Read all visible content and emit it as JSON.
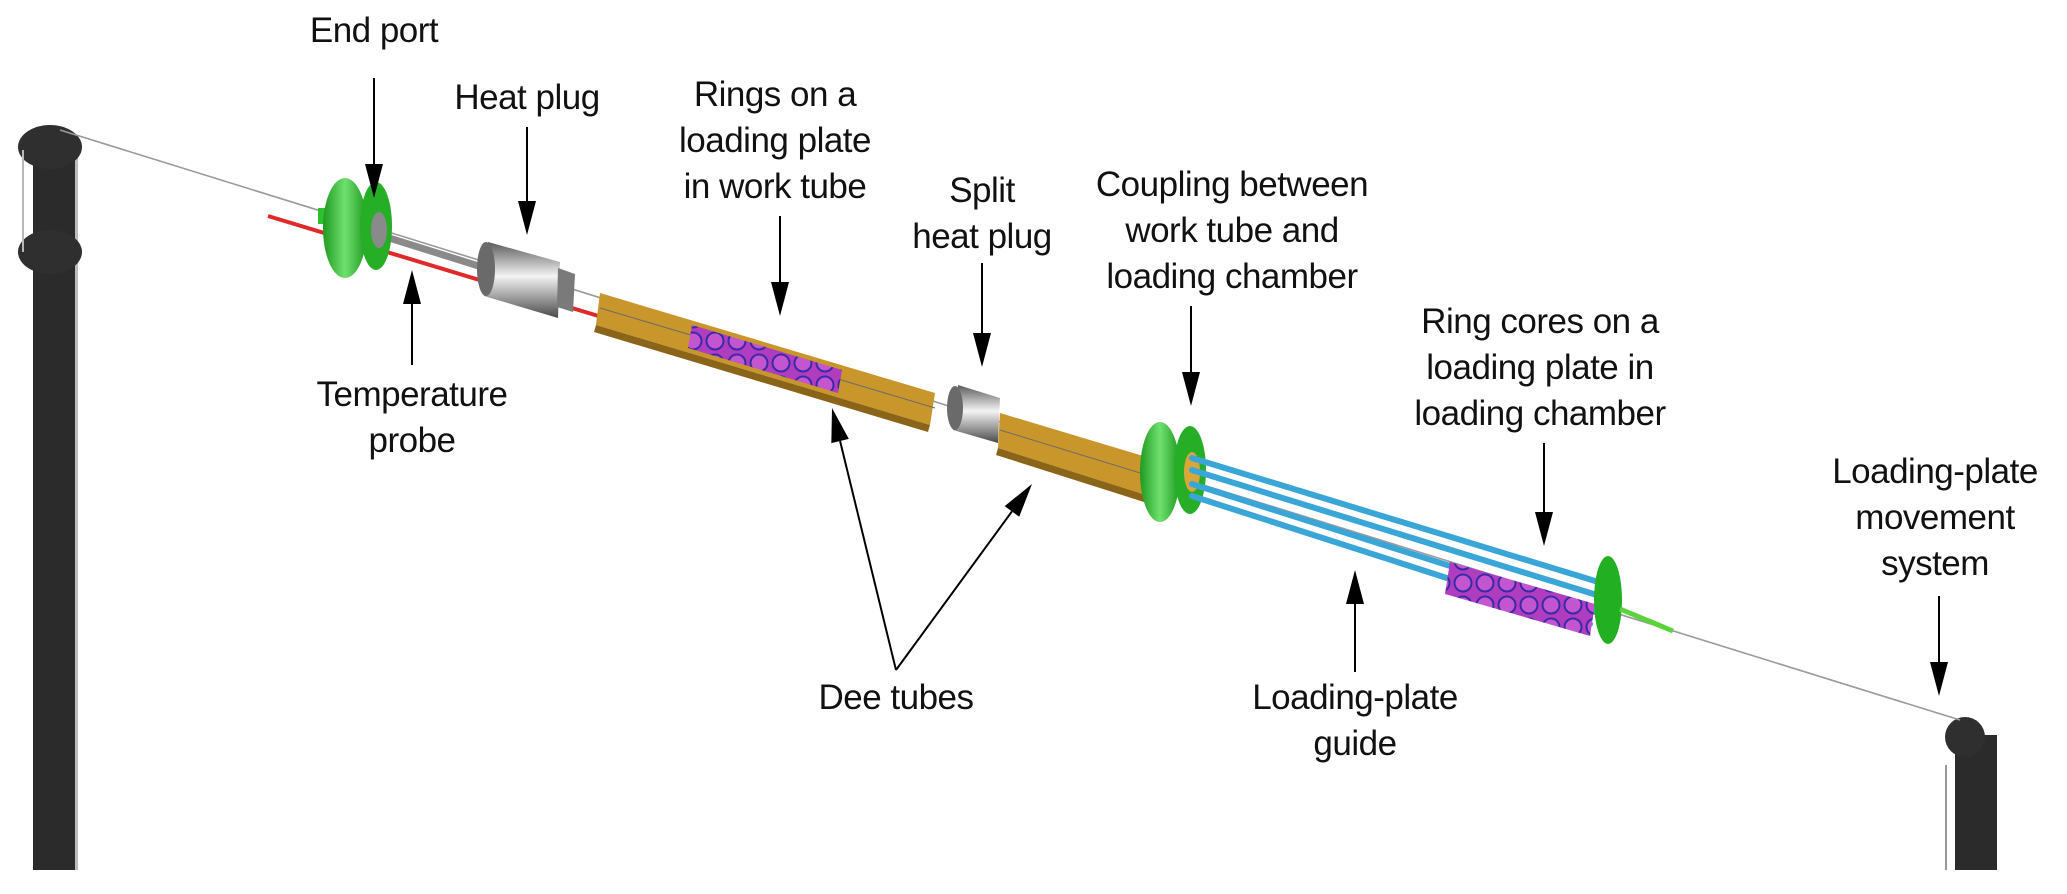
{
  "diagram": {
    "type": "labeled-apparatus-illustration",
    "colors": {
      "stand": "#2b2b2b",
      "green_flange": "#2fbf2f",
      "dee_tube": "#c8962a",
      "rings": "#b03cbf",
      "ring_outline": "#3a2aa8",
      "guide_rods": "#3aa6d8",
      "probe": "#e02a2a",
      "plug": "#8c8c8c",
      "arrow": "#000000",
      "wire": "#9a9a9a"
    },
    "labels": [
      {
        "id": "end-port",
        "lines": [
          "End port"
        ]
      },
      {
        "id": "heat-plug",
        "lines": [
          "Heat plug"
        ]
      },
      {
        "id": "rings-work-tube",
        "lines": [
          "Rings on a",
          "loading plate",
          "in work tube"
        ]
      },
      {
        "id": "split-heat-plug",
        "lines": [
          "Split",
          "heat plug"
        ]
      },
      {
        "id": "coupling",
        "lines": [
          "Coupling between",
          "work tube and",
          "loading chamber"
        ]
      },
      {
        "id": "ring-cores-chamber",
        "lines": [
          "Ring cores on a",
          "loading plate in",
          "loading chamber"
        ]
      },
      {
        "id": "movement-system",
        "lines": [
          "Loading-plate",
          "movement",
          "system"
        ]
      },
      {
        "id": "temperature-probe",
        "lines": [
          "Temperature",
          "probe"
        ]
      },
      {
        "id": "dee-tubes",
        "lines": [
          "Dee tubes"
        ]
      },
      {
        "id": "guide",
        "lines": [
          "Loading-plate",
          "guide"
        ]
      }
    ]
  }
}
